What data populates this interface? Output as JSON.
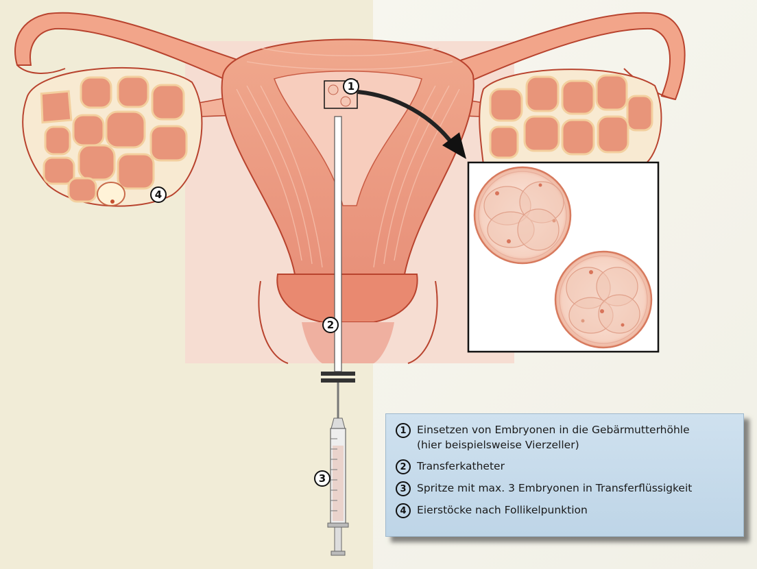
{
  "markers": {
    "m1": "1",
    "m2": "2",
    "m3": "3",
    "m4": "4"
  },
  "legend": {
    "items": [
      {
        "number": "1",
        "line1": "Einsetzen von Embryonen in die Gebärmutterhöhle",
        "line2": "(hier beispielsweise Vierzeller)"
      },
      {
        "number": "2",
        "line1": "Transferkatheter"
      },
      {
        "number": "3",
        "line1": "Spritze mit max. 3 Embryonen in Transferflüssigkeit"
      },
      {
        "number": "4",
        "line1": "Eierstöcke nach Follikelpunktion"
      }
    ]
  },
  "colors": {
    "tissue": "#f2ab92",
    "tissue_dark": "#d88066",
    "outline": "#b8432e",
    "follicle": "#e8957a",
    "follicle_edge": "#f6dfb2",
    "legend_bg": "#c6daea"
  }
}
